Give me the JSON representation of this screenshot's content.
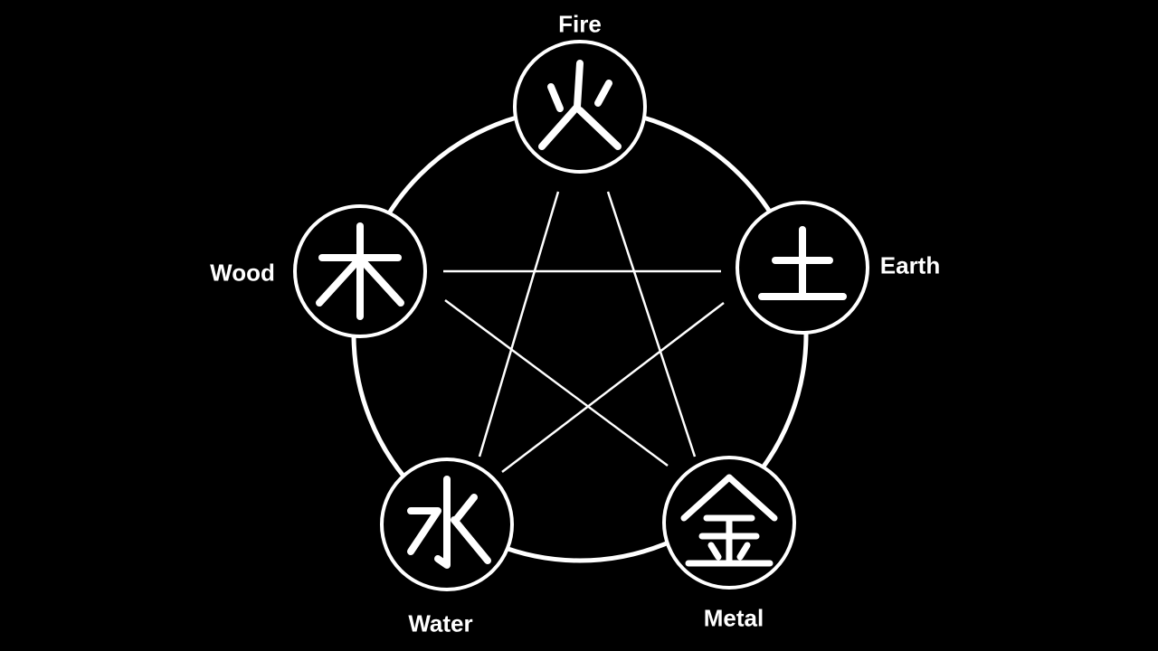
{
  "colors": {
    "background": "#000000",
    "foreground": "#ffffff"
  },
  "elements": [
    {
      "key": "fire",
      "label": "Fire",
      "character": "火"
    },
    {
      "key": "earth",
      "label": "Earth",
      "character": "土"
    },
    {
      "key": "metal",
      "label": "Metal",
      "character": "金"
    },
    {
      "key": "water",
      "label": "Water",
      "character": "水"
    },
    {
      "key": "wood",
      "label": "Wood",
      "character": "木"
    }
  ]
}
